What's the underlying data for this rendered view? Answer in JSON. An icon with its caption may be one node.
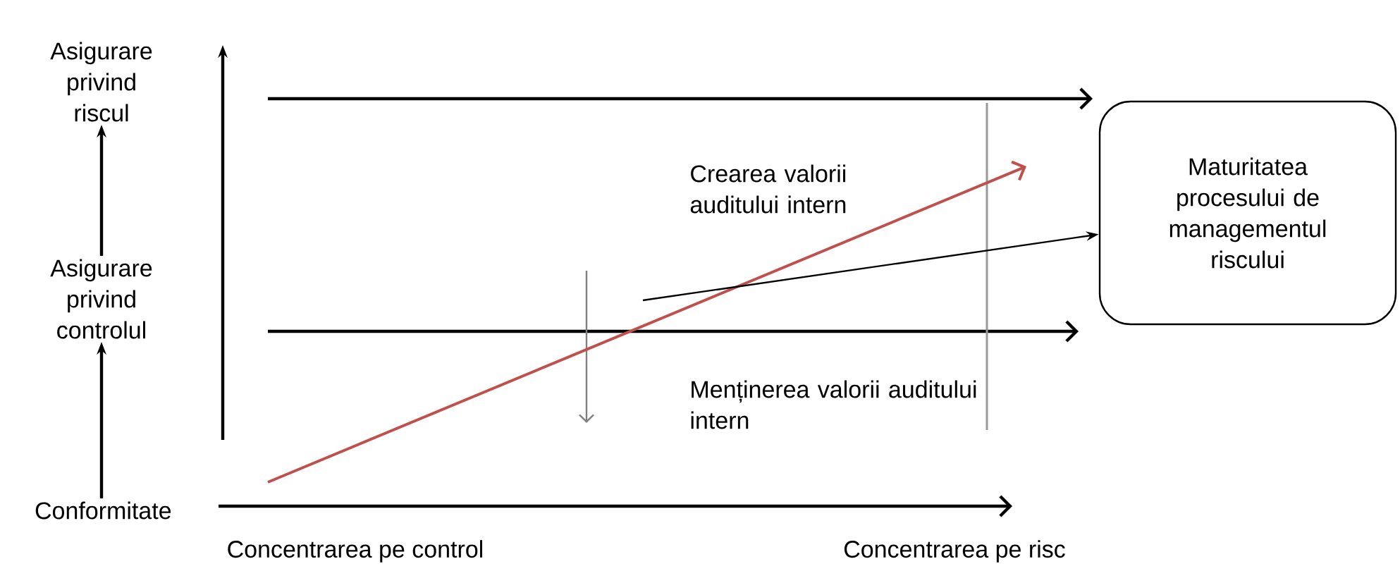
{
  "diagram": {
    "nodes": [
      {
        "text": [
          "Asigurare privind riscul"
        ]
      },
      {
        "text": [
          "Asigurare privind controlul"
        ]
      },
      {
        "text": [
          "Conformitate"
        ]
      },
      {
        "text": [
          "Maturitatea procesului de managementul riscului"
        ]
      }
    ],
    "edges": [
      {
        "from": 2,
        "to": 1,
        "arrow": "to"
      },
      {
        "from": 1,
        "to": 0,
        "arrow": "to"
      },
      {
        "from": null,
        "to": 3,
        "arrow": "to"
      }
    ],
    "labels": [
      "Crearea valorii auditului intern",
      "Menținerea valorii auditului intern",
      "Concentrarea pe control",
      "Concentrarea pe risc"
    ]
  }
}
